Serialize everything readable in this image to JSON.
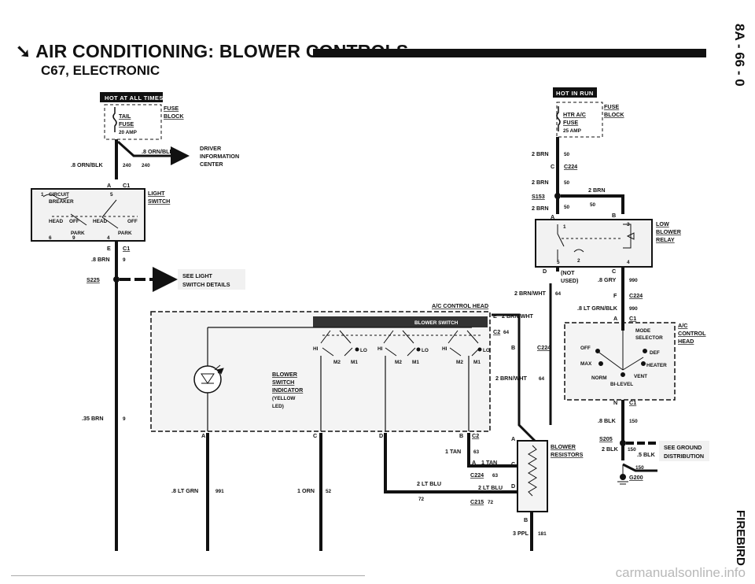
{
  "header": {
    "title": "AIR CONDITIONING: BLOWER CONTROLS",
    "subtitle": "C67, ELECTRONIC"
  },
  "side": {
    "page_ref": "8A - 66 - 0",
    "model": "FIREBIRD"
  },
  "footer": {
    "watermark": "carmanualsonline.info"
  },
  "left": {
    "badge": "HOT AT ALL TIMES",
    "fuse_tail": "TAIL",
    "fuse_word": "FUSE",
    "fuse_amp": "20 AMP",
    "fuse_block_1": "FUSE",
    "fuse_block_2": "BLOCK",
    "wire_orn_blk_a": ".8 ORN/BLK",
    "wire_orn_blk_b": ".8 ORN/BLK",
    "circ_240a": "240",
    "circ_240b": "240",
    "dic_1": "DRIVER",
    "dic_2": "INFORMATION",
    "dic_3": "CENTER",
    "conn_a": "A",
    "conn_c1": "C1",
    "ls_1": "LIGHT",
    "ls_2": "SWITCH",
    "cb_1": "CIRCUIT",
    "cb_2": "BREAKER",
    "pin_1": "1",
    "pin_5": "5",
    "pos_head": "HEAD",
    "pos_off": "OFF",
    "pos_head2": "HEAD",
    "pos_off2": "OFF",
    "pos_park": "PARK",
    "pos_park2": "PARK",
    "pin_6": "6",
    "pin_9": "9",
    "pin_4": "4",
    "conn_e": "E",
    "conn_c1b": "C1",
    "wire_brn": ".8 BRN",
    "circ_9": "9",
    "splice_s225": "S225",
    "see_1": "SEE LIGHT",
    "see_2": "SWITCH DETAILS",
    "wire_35brn": ".35 BRN",
    "circ_9b": "9"
  },
  "acch": {
    "title": "A/C CONTROL HEAD",
    "blower_switch": "BLOWER SWITCH",
    "hi_1": "HI",
    "lo_1": "LO",
    "m2_1": "M2",
    "m1_1": "M1",
    "hi_2": "HI",
    "lo_2": "LO",
    "m2_2": "M2",
    "m1_2": "M1",
    "hi_3": "HI",
    "lo_3": "LO",
    "m2_3": "M2",
    "m1_3": "M1",
    "ind_1": "BLOWER",
    "ind_2": "SWITCH",
    "ind_3": "INDICATOR",
    "ind_4": "(YELLOW",
    "ind_5": "LED)",
    "pin_a": "A",
    "pin_c": "C",
    "pin_d": "D",
    "pin_b": "B",
    "conn_c2": "C2",
    "pin_e": "E",
    "wire_brnwht_e": "2 BRN/WHT",
    "conn_c2b": "C2",
    "circ_64a": "64"
  },
  "right": {
    "badge": "HOT IN RUN",
    "fuse_name": "HTR A/C",
    "fuse_word": "FUSE",
    "fuse_amp": "25 AMP",
    "fuse_block_1": "FUSE",
    "fuse_block_2": "BLOCK",
    "wire_2brn_a": "2 BRN",
    "circ_50a": "50",
    "conn_c": "C",
    "conn_c224a": "C224",
    "wire_2brn_b": "2 BRN",
    "circ_50b": "50",
    "splice_s153": "S153",
    "wire_2brn_c": "2 BRN",
    "wire_2brn_d": "2 BRN",
    "circ_50c": "50",
    "circ_50d": "50",
    "pin_a": "A",
    "pin_b": "B",
    "relay_1": "LOW",
    "relay_2": "BLOWER",
    "relay_3": "RELAY",
    "pin_1": "1",
    "pin_3": "3",
    "pin_5": "5",
    "pin_2": "2",
    "pin_4": "4",
    "pin_d": "D",
    "not_1": "(NOT",
    "not_2": "USED)",
    "pin_c": "C",
    "wire_8gry": ".8 GRY",
    "circ_990a": "990",
    "pin_f": "F",
    "conn_c224b": "C224",
    "wire_2brnwht": "2 BRN/WHT",
    "circ_64": "64",
    "wire_ltgrnblk": ".8 LT GRN/BLK",
    "circ_990b": "990",
    "pin_a2": "A",
    "conn_c1": "C1",
    "conn_b": "B",
    "conn_c224c": "C224",
    "wire_2brnwht_b": "2 BRN/WHT",
    "circ_64b": "64",
    "mode_1": "MODE",
    "mode_2": "SELECTOR",
    "off": "OFF",
    "def": "DEF",
    "max": "MAX",
    "heater": "HEATER",
    "norm": "NORM",
    "vent": "VENT",
    "bilevel": "BI-LEVEL",
    "ach_1": "A/C",
    "ach_2": "CONTROL",
    "ach_3": "HEAD",
    "pin_n": "N",
    "conn_c1b": "C1",
    "wire_8blk": ".8 BLK",
    "circ_150a": "150",
    "splice_s205": "S205",
    "wire_2blk": "2 BLK",
    "circ_150b": "150",
    "wire_5blk": ".5 BLK",
    "circ_150c": "150",
    "see_gnd_1": "SEE GROUND",
    "see_gnd_2": "DISTRIBUTION",
    "gnd_g200": "G200",
    "res_1": "BLOWER",
    "res_2": "RESISTORS",
    "res_pin_a": "A",
    "res_pin_b": "B",
    "res_pin_c": "C",
    "res_pin_d": "D",
    "wire_1tan_a": "1 TAN",
    "circ_63a": "63",
    "wire_1tan_b": "1 TAN",
    "conn_c224d": "C224",
    "circ_63b": "63",
    "wire_2ltblu_a": "2 LT BLU",
    "wire_2ltblu_b": "2 LT BLU",
    "circ_72a": "72",
    "conn_c215": "C215",
    "circ_72b": "72",
    "wire_3ppl": "3 PPL",
    "circ_181": "181"
  },
  "bottom": {
    "wire_ltgrn": ".8 LT GRN",
    "circ_991": "991",
    "wire_1orn": "1 ORN",
    "circ_52": "52"
  }
}
